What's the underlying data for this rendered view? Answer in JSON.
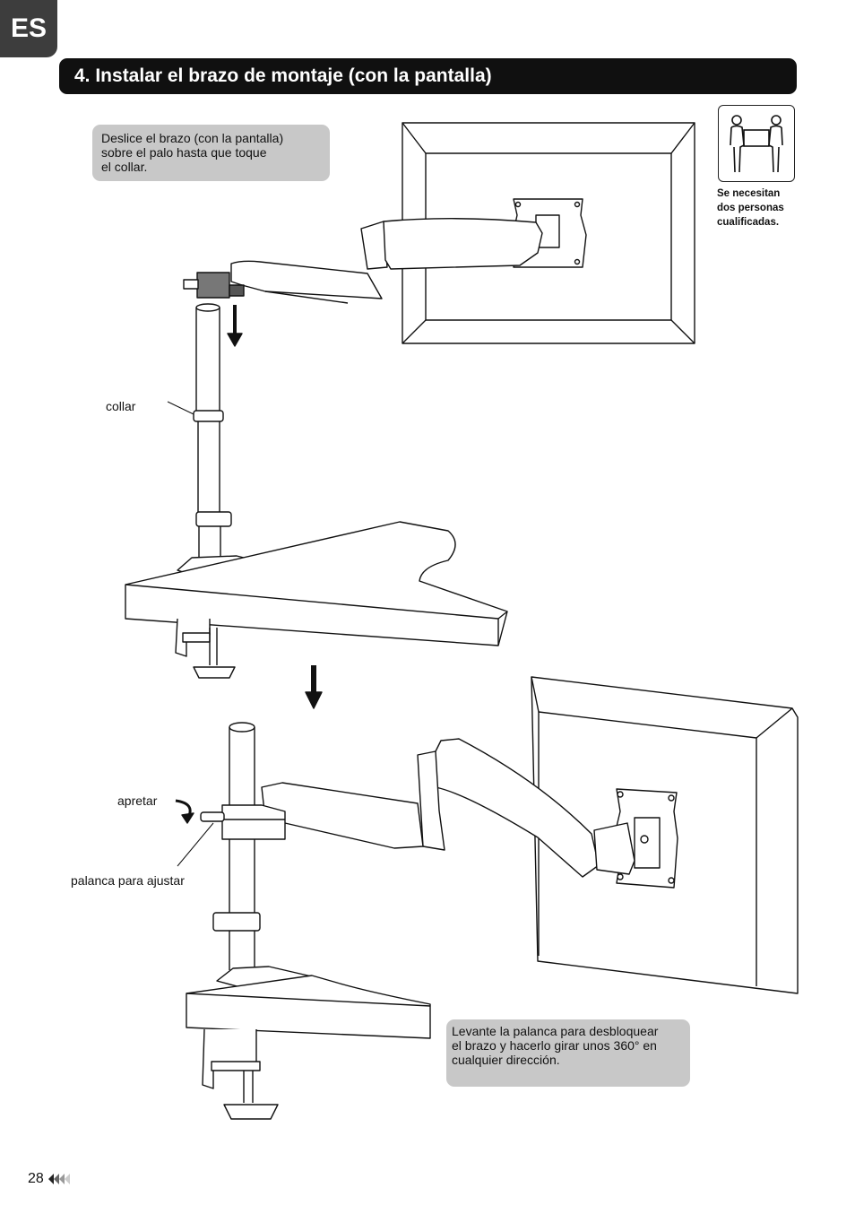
{
  "language_tab": "ES",
  "section_title": "4. Instalar el brazo de montaje (con la pantalla)",
  "callouts": {
    "slide": "Deslice el brazo (con la pantalla)\nsobre el palo hasta que toque\nel collar.",
    "rotate": "Levante la palanca para desbloquear\nel brazo y hacerlo girar unos 360° en\ncualquier dirección."
  },
  "labels": {
    "collar": "collar",
    "tighten": "apretar",
    "lever": "palanca para ajustar"
  },
  "warning": {
    "icon": "two-persons-icon",
    "text": "Se necesitan\ndos personas\ncualificadas."
  },
  "footer": {
    "page_number": "28",
    "nav_icon": "back-arrows-icon"
  }
}
